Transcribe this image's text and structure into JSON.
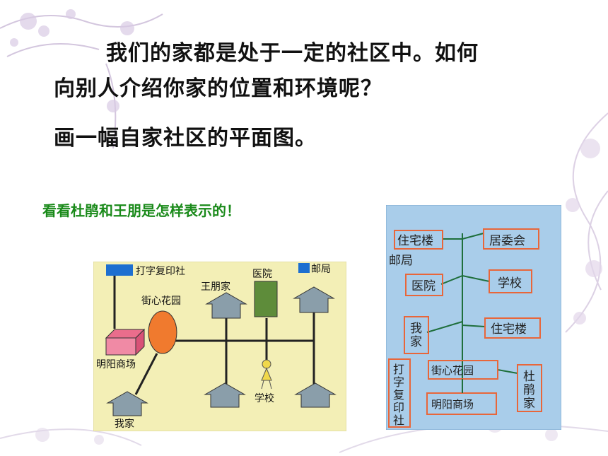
{
  "intro": {
    "line1": "我们的家都是处于一定的社区中。如何",
    "line2": "向别人介绍你家的位置和环境呢？",
    "line3": "画一幅自家社区的平面图。"
  },
  "caption": "看看杜鹃和王朋是怎样表示的！",
  "colors": {
    "left_map_bg": "#f3efb6",
    "right_map_bg": "#a9cdea",
    "house": "#8a9eaa",
    "label_border": "#e8663a",
    "caption_green": "#1a8a1a",
    "road": "#222222",
    "right_road": "#1f6f3c"
  },
  "left_map": {
    "print_shop": "打字复印社",
    "post_office": "邮局",
    "hospital": "医院",
    "wangpeng_home": "王朋家",
    "garden": "街心花园",
    "mall": "明阳商场",
    "school": "学校",
    "my_home": "我家"
  },
  "right_map": {
    "residential_1": "住宅楼",
    "committee": "居委会",
    "post_office": "邮局",
    "hospital": "医院",
    "school": "学校",
    "my_home": "我家",
    "residential_2": "住宅楼",
    "print_shop": "打字复印社",
    "garden": "街心花园",
    "dujuan_home": "杜鹃家",
    "mall": "明阳商场"
  }
}
